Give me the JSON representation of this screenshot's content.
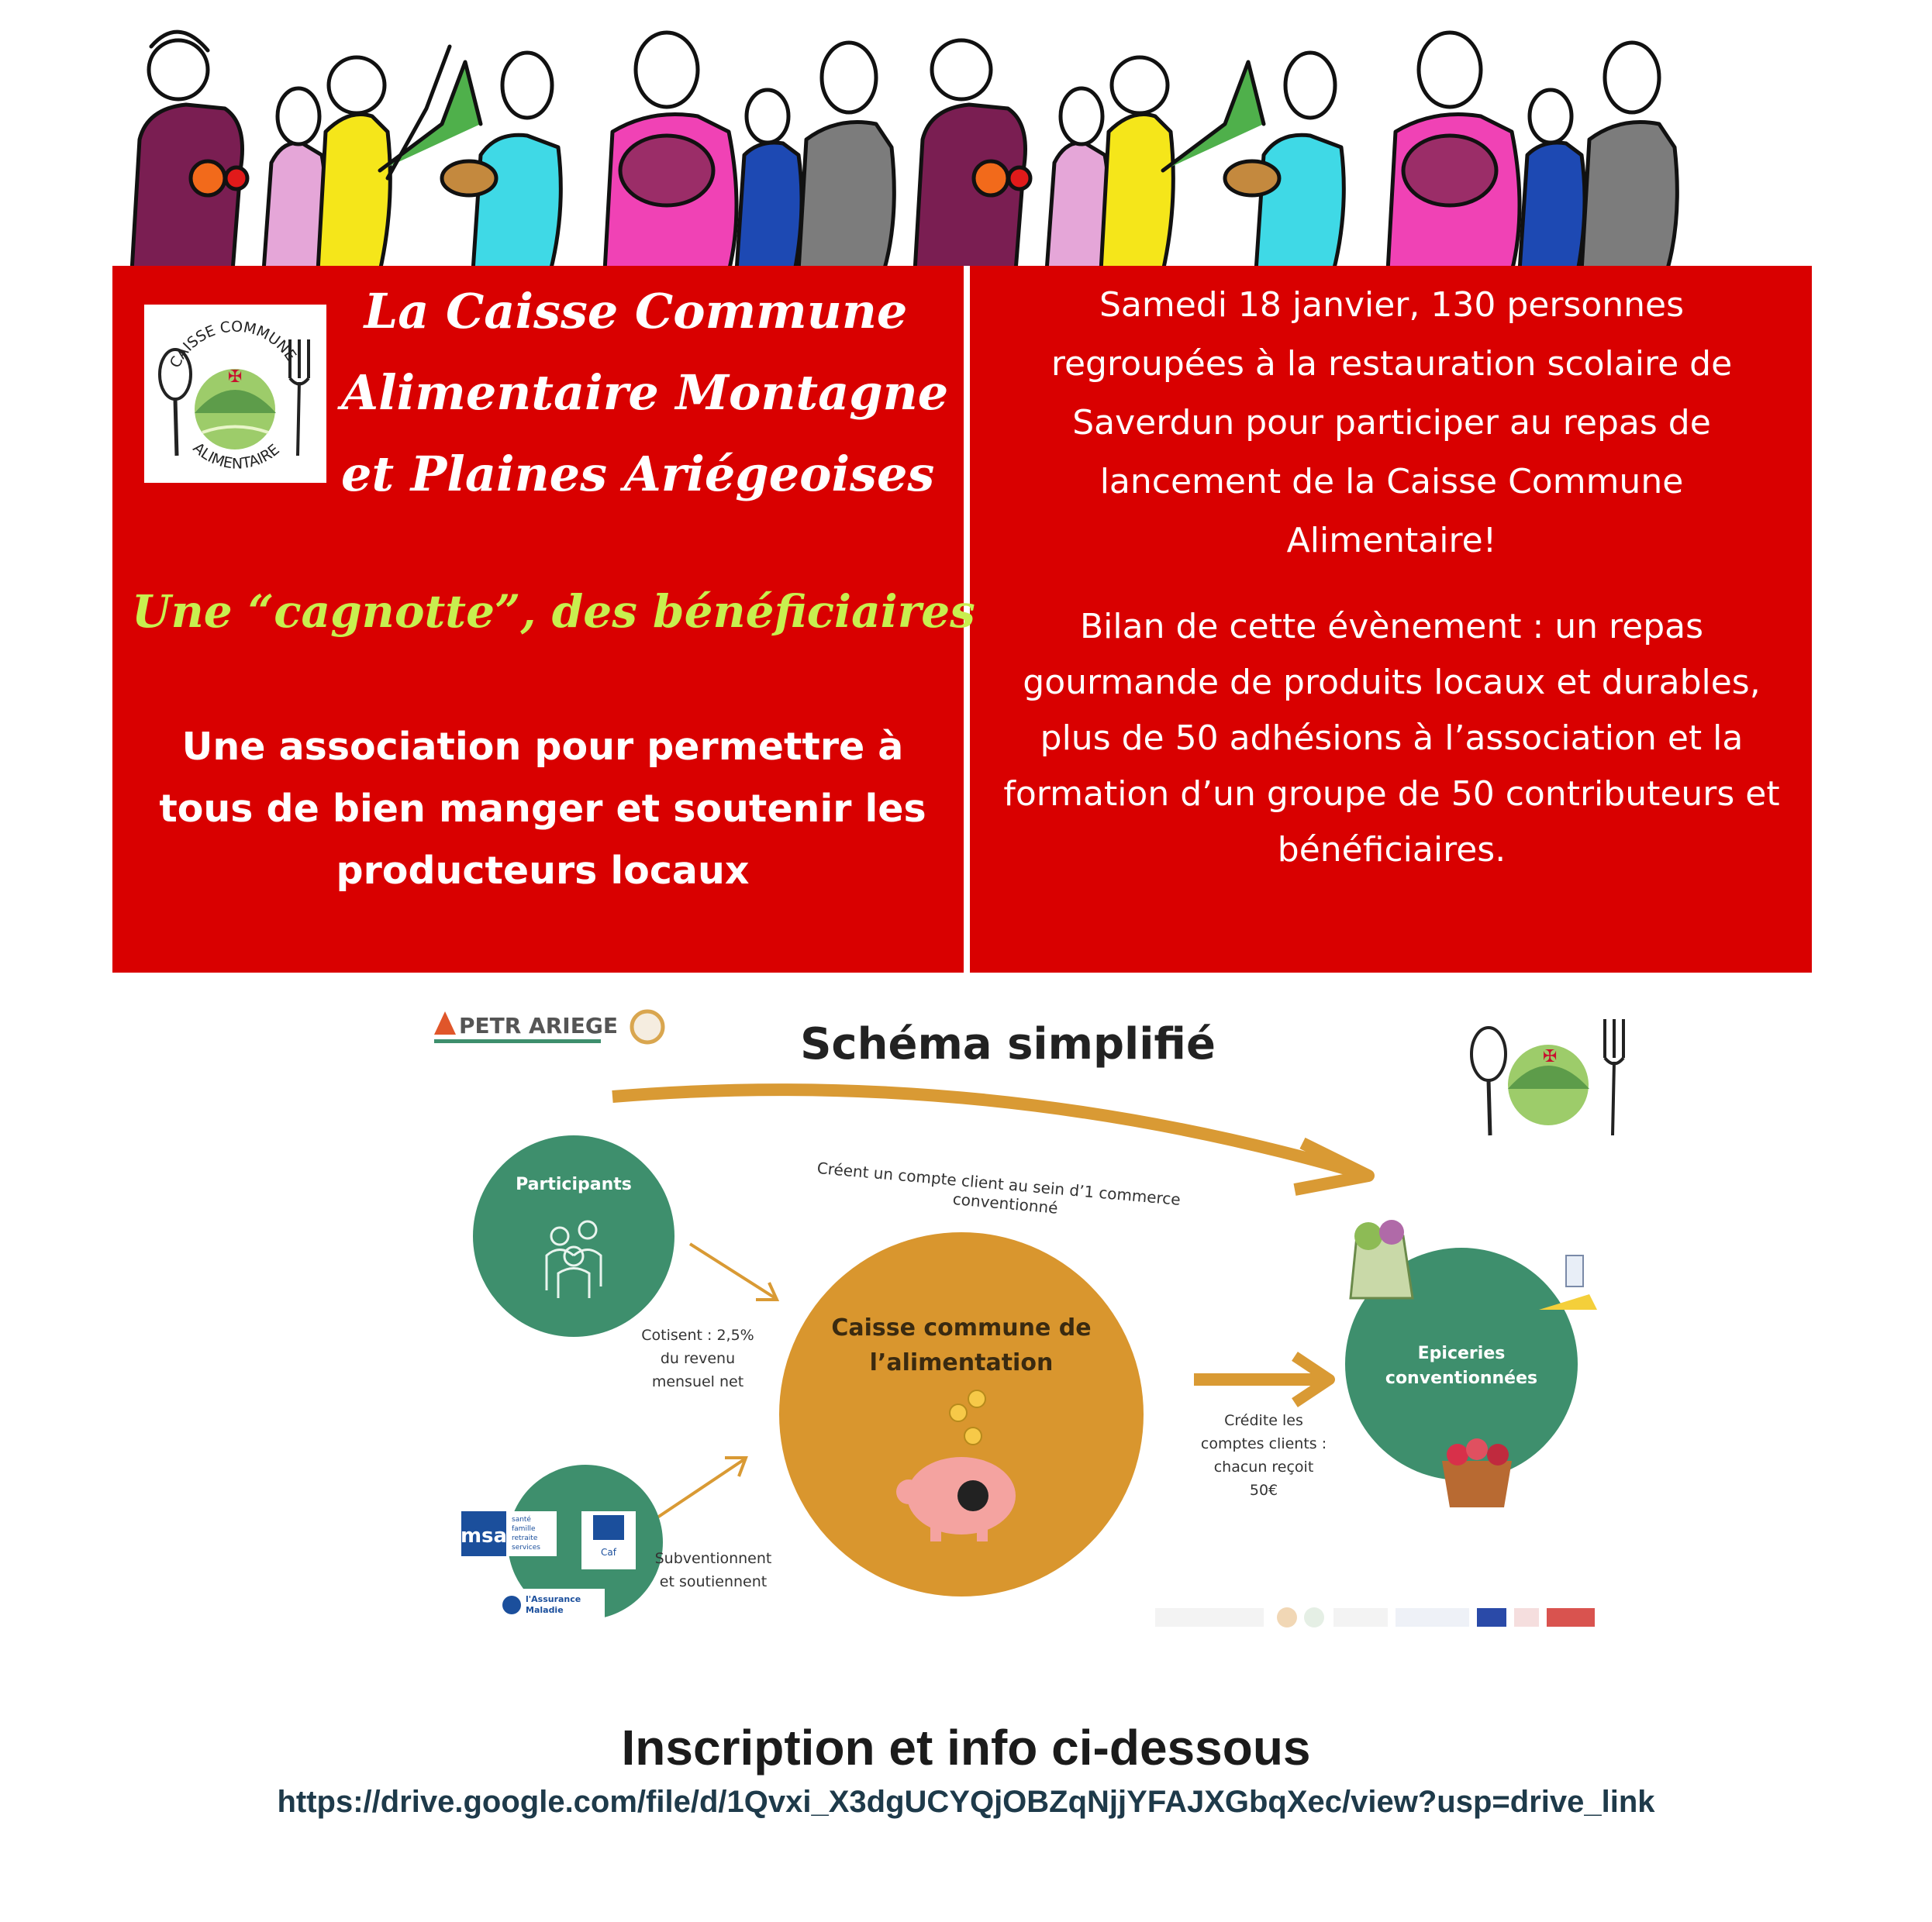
{
  "banner": {
    "title_lines": [
      "La Caisse Commune",
      "Alimentaire Montagne",
      "et Plaines Ariégeoises"
    ],
    "subtitle": "Une “cagnotte”, des bénéficiaires",
    "association_lines": [
      "Une association pour permettre à",
      "tous de bien manger et soutenir les",
      "producteurs locaux"
    ],
    "news_paragraph_1": [
      "Samedi 18 janvier, 130 personnes",
      "regroupées à la restauration scolaire de",
      "Saverdun pour participer au repas de",
      "lancement de la Caisse Commune",
      "Alimentaire!"
    ],
    "news_paragraph_2": [
      "Bilan de cette évènement : un repas",
      "gourmande de produits locaux et durables,",
      "plus de 50 adhésions à l’association et la",
      "formation d’un groupe de 50 contributeurs et",
      "bénéficiaires."
    ]
  },
  "logo": {
    "top_text": "CAISSE COMMUNE",
    "bottom_text": "ALIMENTAIRE"
  },
  "diagram": {
    "title": "Schéma simplifié",
    "petr_logo": "PETR ARIEGE",
    "participants_label": "Participants",
    "caisse_label_lines": [
      "Caisse commune de",
      "l’alimentation"
    ],
    "epiceries_label_lines": [
      "Epiceries",
      "conventionnées"
    ],
    "arrow_top_lines": [
      "Créent un compte client au sein d’1 commerce",
      "conventionné"
    ],
    "cotisent_lines": [
      "Cotisent : 2,5%",
      "du revenu",
      "mensuel net"
    ],
    "credite_lines": [
      "Crédite les",
      "comptes clients :",
      "chacun reçoit",
      "50€"
    ],
    "subventionnent_lines": [
      "Subventionnent",
      "et soutiennent"
    ],
    "funder_logos": {
      "msa": "msa",
      "msa_lines": [
        "santé",
        "famille",
        "retraite",
        "services"
      ],
      "caf": "Caf",
      "assurance_lines": [
        "l'Assurance",
        "Maladie"
      ]
    }
  },
  "footer": {
    "title": "Inscription et info ci-dessous",
    "link": "https://drive.google.com/file/d/1Qvxi_X3dgUCYQjOBZqNjjYFAJXGbqXec/view?usp=drive_link"
  },
  "colors": {
    "banner_red": "#d90000",
    "subtitle_green": "#c8ef4f",
    "circle_green": "#3e8f6d",
    "circle_orange": "#d9962e",
    "arrow_orange": "#d99a34"
  },
  "icons": [
    "spoon-icon",
    "fork-icon",
    "people-icon",
    "piggy-bank-icon",
    "coin-icon",
    "grocery-bag-icon",
    "fruit-basket-icon",
    "milk-cheese-icon"
  ]
}
